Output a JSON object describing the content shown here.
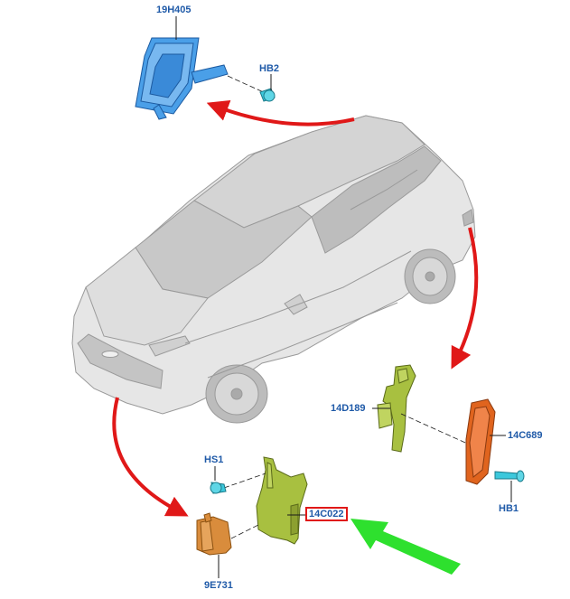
{
  "diagram": {
    "labels": {
      "p19H405": "19H405",
      "pHB2": "HB2",
      "p14D189": "14D189",
      "p14C689": "14C689",
      "pHB1": "HB1",
      "pHS1": "HS1",
      "p14C022": "14C022",
      "p9E731": "9E731"
    },
    "highlighted_part": "14C022",
    "colors": {
      "label": "#1f5aa8",
      "arrow": "#e01818",
      "pointer_arrow": "#2ee02e",
      "module_blue": "#4a9fe8",
      "bracket_green": "#a8c040",
      "sensor_orange": "#e0641e",
      "connector_tan": "#d98c3c",
      "fastener_cyan": "#3cc8dc",
      "vehicle": "#e4e4e4"
    }
  }
}
